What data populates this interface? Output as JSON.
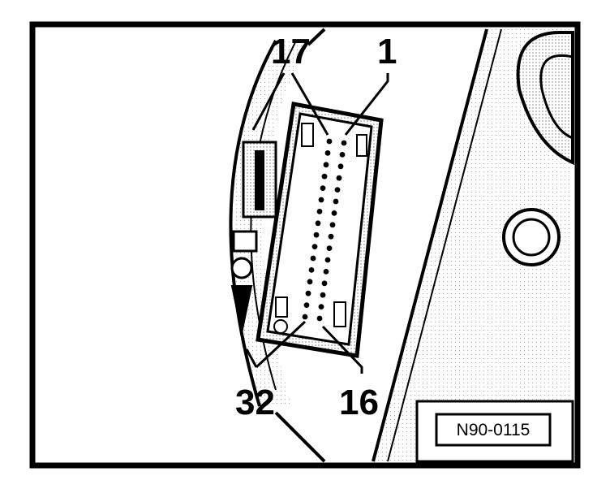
{
  "figure": {
    "pin_labels": {
      "pin_17": "17",
      "pin_1": "1",
      "pin_32": "32",
      "pin_16": "16"
    },
    "code_box": {
      "text": "N90-0115"
    },
    "connector": {
      "pins_per_row": 16,
      "row_count": 2
    },
    "colors": {
      "ink": "#000000",
      "background": "#ffffff",
      "shading": "#d9d9d9"
    }
  }
}
